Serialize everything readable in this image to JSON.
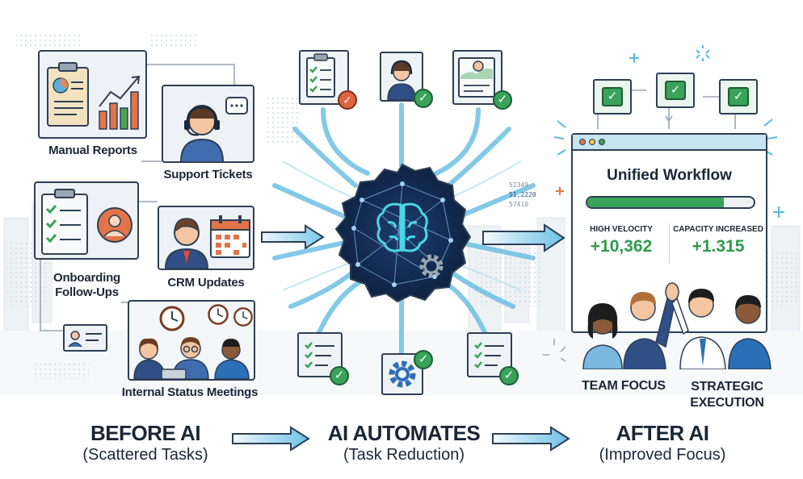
{
  "before": {
    "title": "BEFORE AI",
    "subtitle": "(Scattered Tasks)",
    "tasks": {
      "manual_reports": "Manual Reports",
      "support_tickets": "Support Tickets",
      "onboarding": "Onboarding\nFollow-Ups",
      "crm_updates": "CRM Updates",
      "status_meetings": "Internal Status Meetings"
    }
  },
  "middle": {
    "title": "AI AUTOMATES",
    "subtitle": "(Task Reduction)",
    "ticker": [
      "52349",
      "51,2220",
      "57410"
    ]
  },
  "after": {
    "title": "AFTER AI",
    "subtitle": "(Improved Focus)",
    "workflow_title": "Unified Workflow",
    "progress": 0.82,
    "metrics": [
      {
        "label": "HIGH VELOCITY",
        "value": "+10,362"
      },
      {
        "label": "CAPACITY INCREASED",
        "value": "+1.315"
      }
    ],
    "team_focus": "TEAM FOCUS",
    "strategic": "STRATEGIC\nEXECUTION"
  },
  "colors": {
    "ink": "#1b2736",
    "accent_green": "#3aa35a",
    "metric_green": "#2e9a4c",
    "flow_blue": "#5ab8e0",
    "node_navy": "#12264a",
    "glow_cyan": "#49d6e6"
  },
  "icons": [
    "clipboard-icon",
    "chart-icon",
    "headset-icon",
    "calendar-icon",
    "clock-icon",
    "brain-icon",
    "gear-icon",
    "check-icon",
    "sparkle-icon"
  ]
}
